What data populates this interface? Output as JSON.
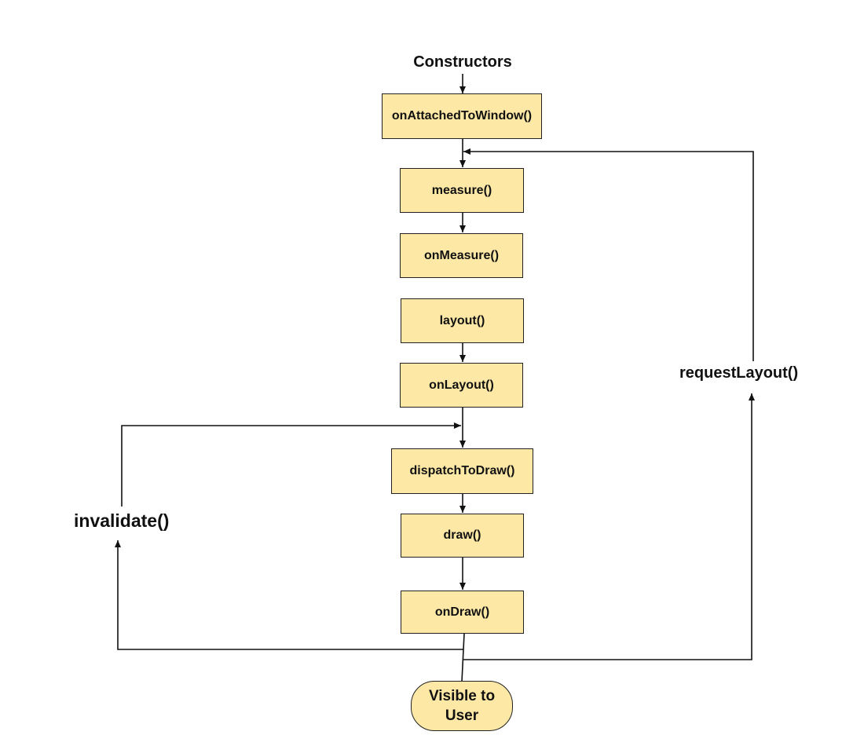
{
  "start_label": "Constructors",
  "steps": {
    "on_attached": "onAttachedToWindow()",
    "measure": "measure()",
    "on_measure": "onMeasure()",
    "layout": "layout()",
    "on_layout": "onLayout()",
    "dispatch": "dispatchToDraw()",
    "draw": "draw()",
    "on_draw": "onDraw()"
  },
  "end_label": "Visible to\nUser",
  "loops": {
    "invalidate": "invalidate()",
    "request_layout": "requestLayout()"
  },
  "colors": {
    "box_fill": "#fde8a6",
    "stroke": "#222222"
  }
}
